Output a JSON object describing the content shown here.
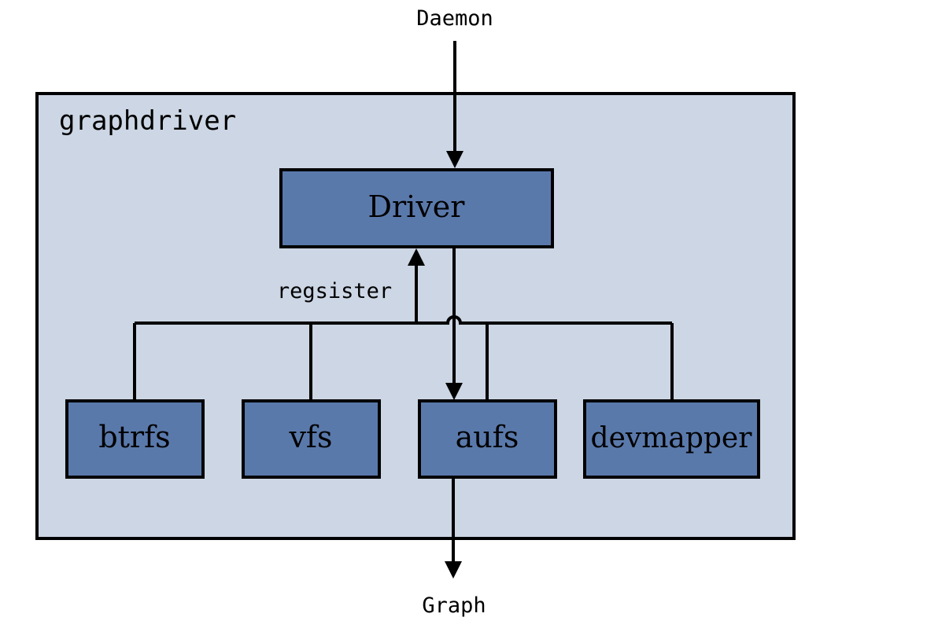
{
  "diagram": {
    "top_label": "Daemon",
    "bottom_label": "Graph",
    "container_title": "graphdriver",
    "driver": "Driver",
    "edge_label": "regsister",
    "backends": [
      "btrfs",
      "vfs",
      "aufs",
      "devmapper"
    ]
  },
  "colors": {
    "container_fill": "#ccd6e4",
    "box_fill": "#5a79ab",
    "stroke": "#000000",
    "background": "#ffffff"
  }
}
